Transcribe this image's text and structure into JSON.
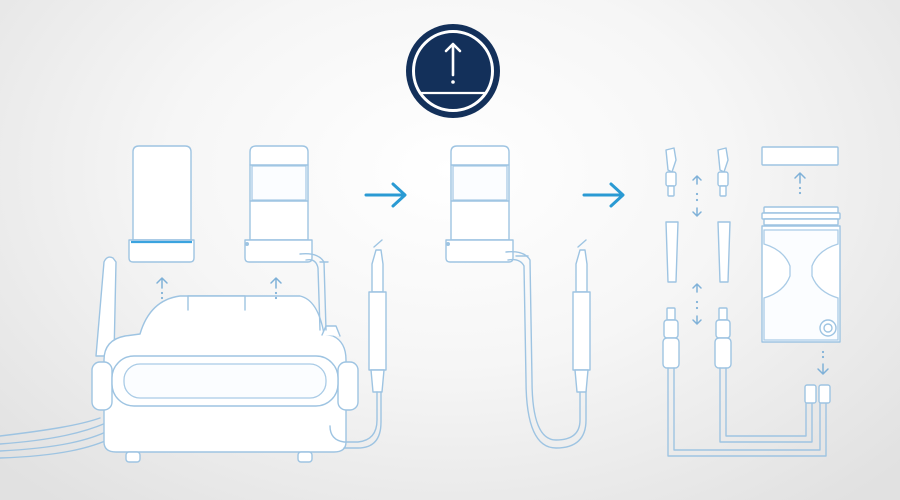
{
  "badge": {
    "icon": "upload-arrow-icon",
    "fill_color": "#13305a",
    "ring_color": "#ffffff"
  },
  "colors": {
    "line": "#9ec4e2",
    "flow_arrow": "#2a9ad3",
    "accent": "#3aa3df"
  },
  "steps": [
    {
      "name": "disassembled-unit"
    },
    {
      "name": "handpiece-with-bottle"
    },
    {
      "name": "separated-components"
    }
  ]
}
